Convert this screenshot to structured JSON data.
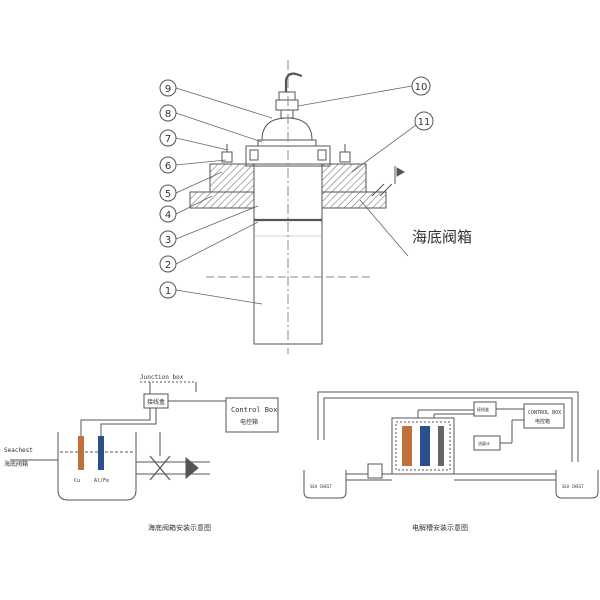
{
  "top_diagram": {
    "callouts": [
      "1",
      "2",
      "3",
      "4",
      "5",
      "6",
      "7",
      "8",
      "9",
      "10",
      "11"
    ],
    "sea_chest_label": "海底阀箱"
  },
  "bottom_left": {
    "seachest_en": "Seachest",
    "seachest_cn": "海底阀箱",
    "junction_box_en": "Junction box",
    "junction_box_cn": "接线盒",
    "control_box_en": "Control Box",
    "control_box_cn": "电控箱",
    "electrode_cu": "Cu",
    "electrode_al": "Al/Fe",
    "caption": "海底阀箱安装示意图"
  },
  "bottom_right": {
    "box_top_small": "接线盒",
    "control_box_en": "CONTROL BOX",
    "control_box_cn": "电控箱",
    "pump_label": "流量计",
    "left_valve": "SEA CHEST",
    "right_valve": "SEA CHEST",
    "caption": "电解槽安装示意图"
  },
  "colors": {
    "line": "#555555",
    "hatch": "#777777",
    "copper": "#c0703a",
    "iron": "#2a4f8a"
  }
}
